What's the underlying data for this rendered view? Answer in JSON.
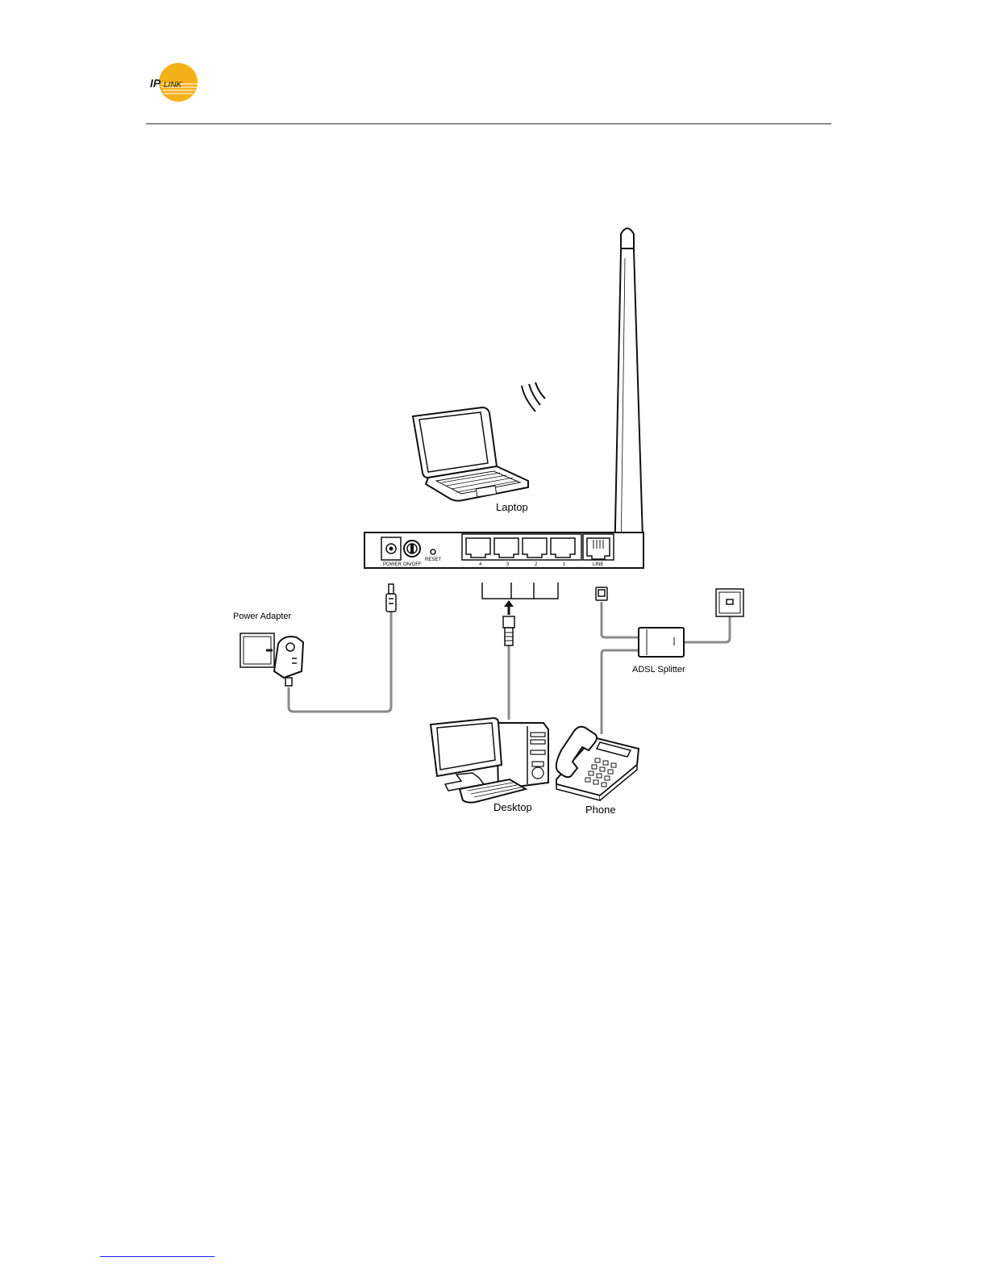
{
  "logo": {
    "text": "IPLINK",
    "color_circle": "#F4B018",
    "color_text": "#1a1a1a"
  },
  "labels": {
    "laptop": "Laptop",
    "power_adapter": "Power Adapter",
    "adsl_splitter": "ADSL Splitter",
    "desktop": "Desktop",
    "phone": "Phone"
  },
  "router_panel": {
    "power": "POWER",
    "on_off": "ON/OFF",
    "reset": "RESET",
    "ports": [
      "4",
      "3",
      "2",
      "1"
    ],
    "line": "LINE"
  },
  "colors": {
    "cable": "#8a8a8a",
    "outline": "#111111"
  }
}
